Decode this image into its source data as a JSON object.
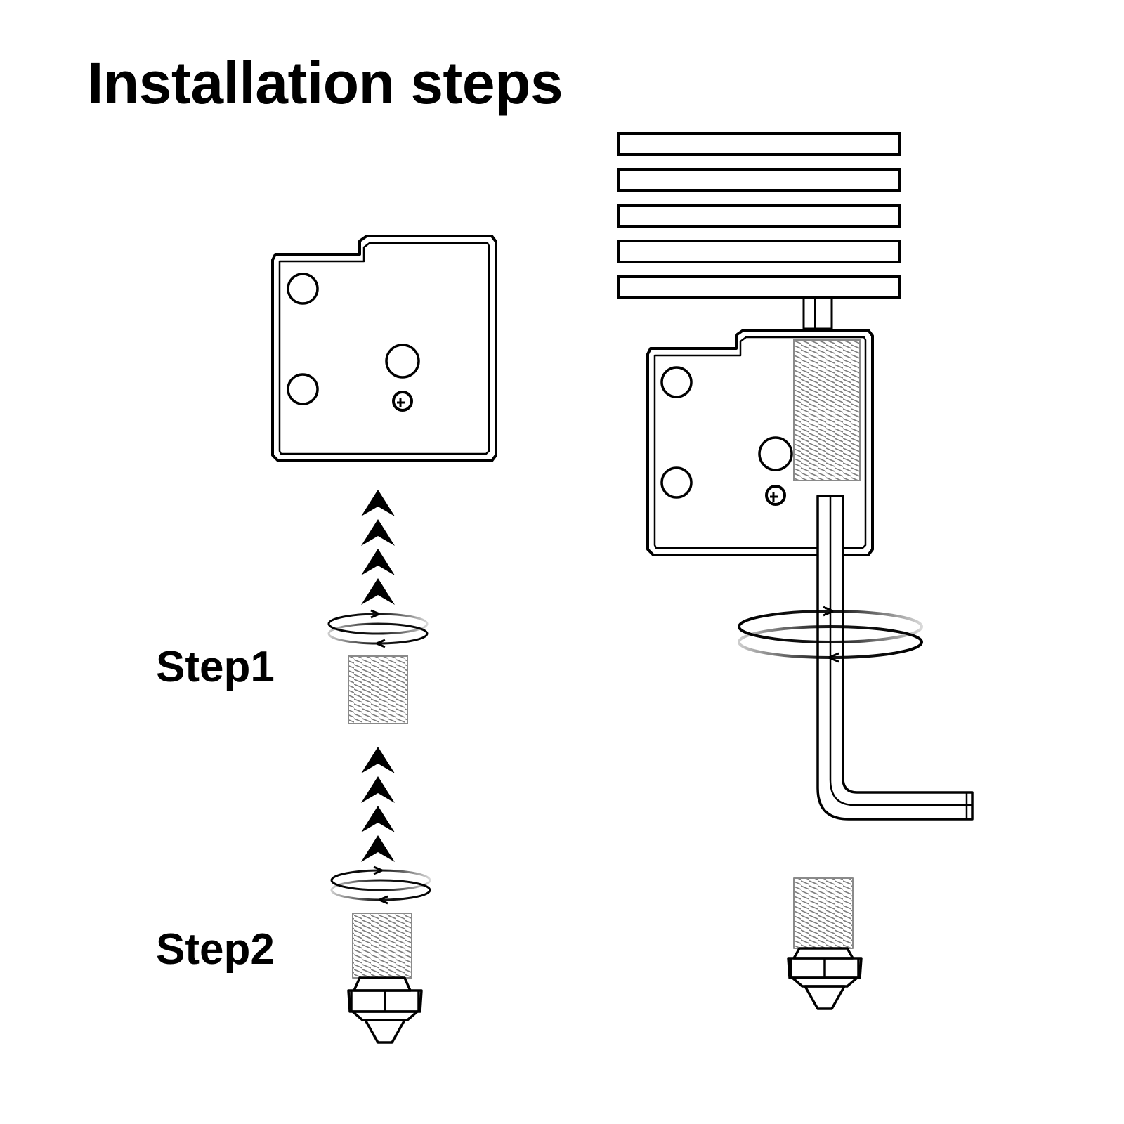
{
  "title": "Installation steps",
  "steps": [
    {
      "label": "Step1"
    },
    {
      "label": "Step2"
    }
  ],
  "colors": {
    "ink": "#000000",
    "thread": "#8a8a8a",
    "background": "#ffffff"
  },
  "icons": [
    "heater-block-icon",
    "heat-sink-icon",
    "heat-break-icon",
    "nozzle-icon",
    "hex-key-icon",
    "rotation-arrows-icon",
    "up-chevrons-icon"
  ]
}
